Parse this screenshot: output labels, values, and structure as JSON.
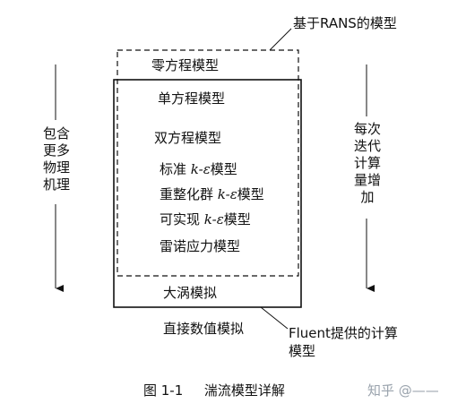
{
  "labels": {
    "rans_group": "基于RANS的模型",
    "fluent_group_line1": "Fluent提供的计算",
    "fluent_group_line2": "模型",
    "zero_eq": "零方程模型",
    "one_eq": "单方程模型",
    "two_eq": "双方程模型",
    "standard_ke_prefix": "标准",
    "renorm_ke_prefix": "重整化群",
    "realizable_ke_prefix": "可实现",
    "ke_symbol": "k-ε",
    "ke_suffix": "模型",
    "reynolds_stress": "雷诺应力模型",
    "les": "大涡模拟",
    "dns": "直接数值模拟"
  },
  "left_axis": {
    "lines": [
      "包含",
      "更多",
      "物理",
      "机理"
    ]
  },
  "right_axis": {
    "lines": [
      "每次",
      "迭代",
      "计算",
      "量增",
      "加"
    ]
  },
  "caption": {
    "number": "图 1-1",
    "title": "湍流模型详解"
  },
  "watermark": "知乎 @——"
}
